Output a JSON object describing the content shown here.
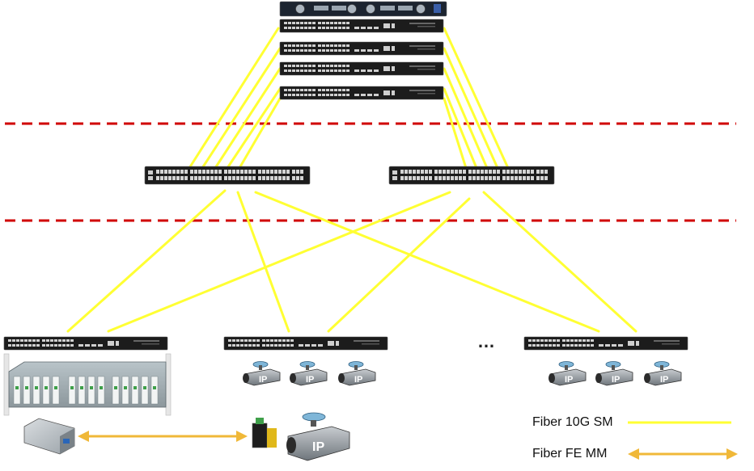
{
  "legend": {
    "fiber_10g_sm": "Fiber 10G SM",
    "fiber_fe_mm": "Fiber FE MM"
  },
  "ellipsis": "…",
  "camera_badge": "IP",
  "colors": {
    "fiber_10g_sm": "#ffff33",
    "fiber_fe_mm": "#f0b838",
    "zone_divider": "#d00000",
    "switch_body": "#1c1c1c",
    "port": "#cfcfcf"
  },
  "icons": {
    "core_chassis": "chassis-switch-icon",
    "switch": "network-switch-icon",
    "media_converter_rack": "media-converter-rack-icon",
    "media_converter": "media-converter-icon",
    "ip_camera": "ip-camera-icon"
  }
}
